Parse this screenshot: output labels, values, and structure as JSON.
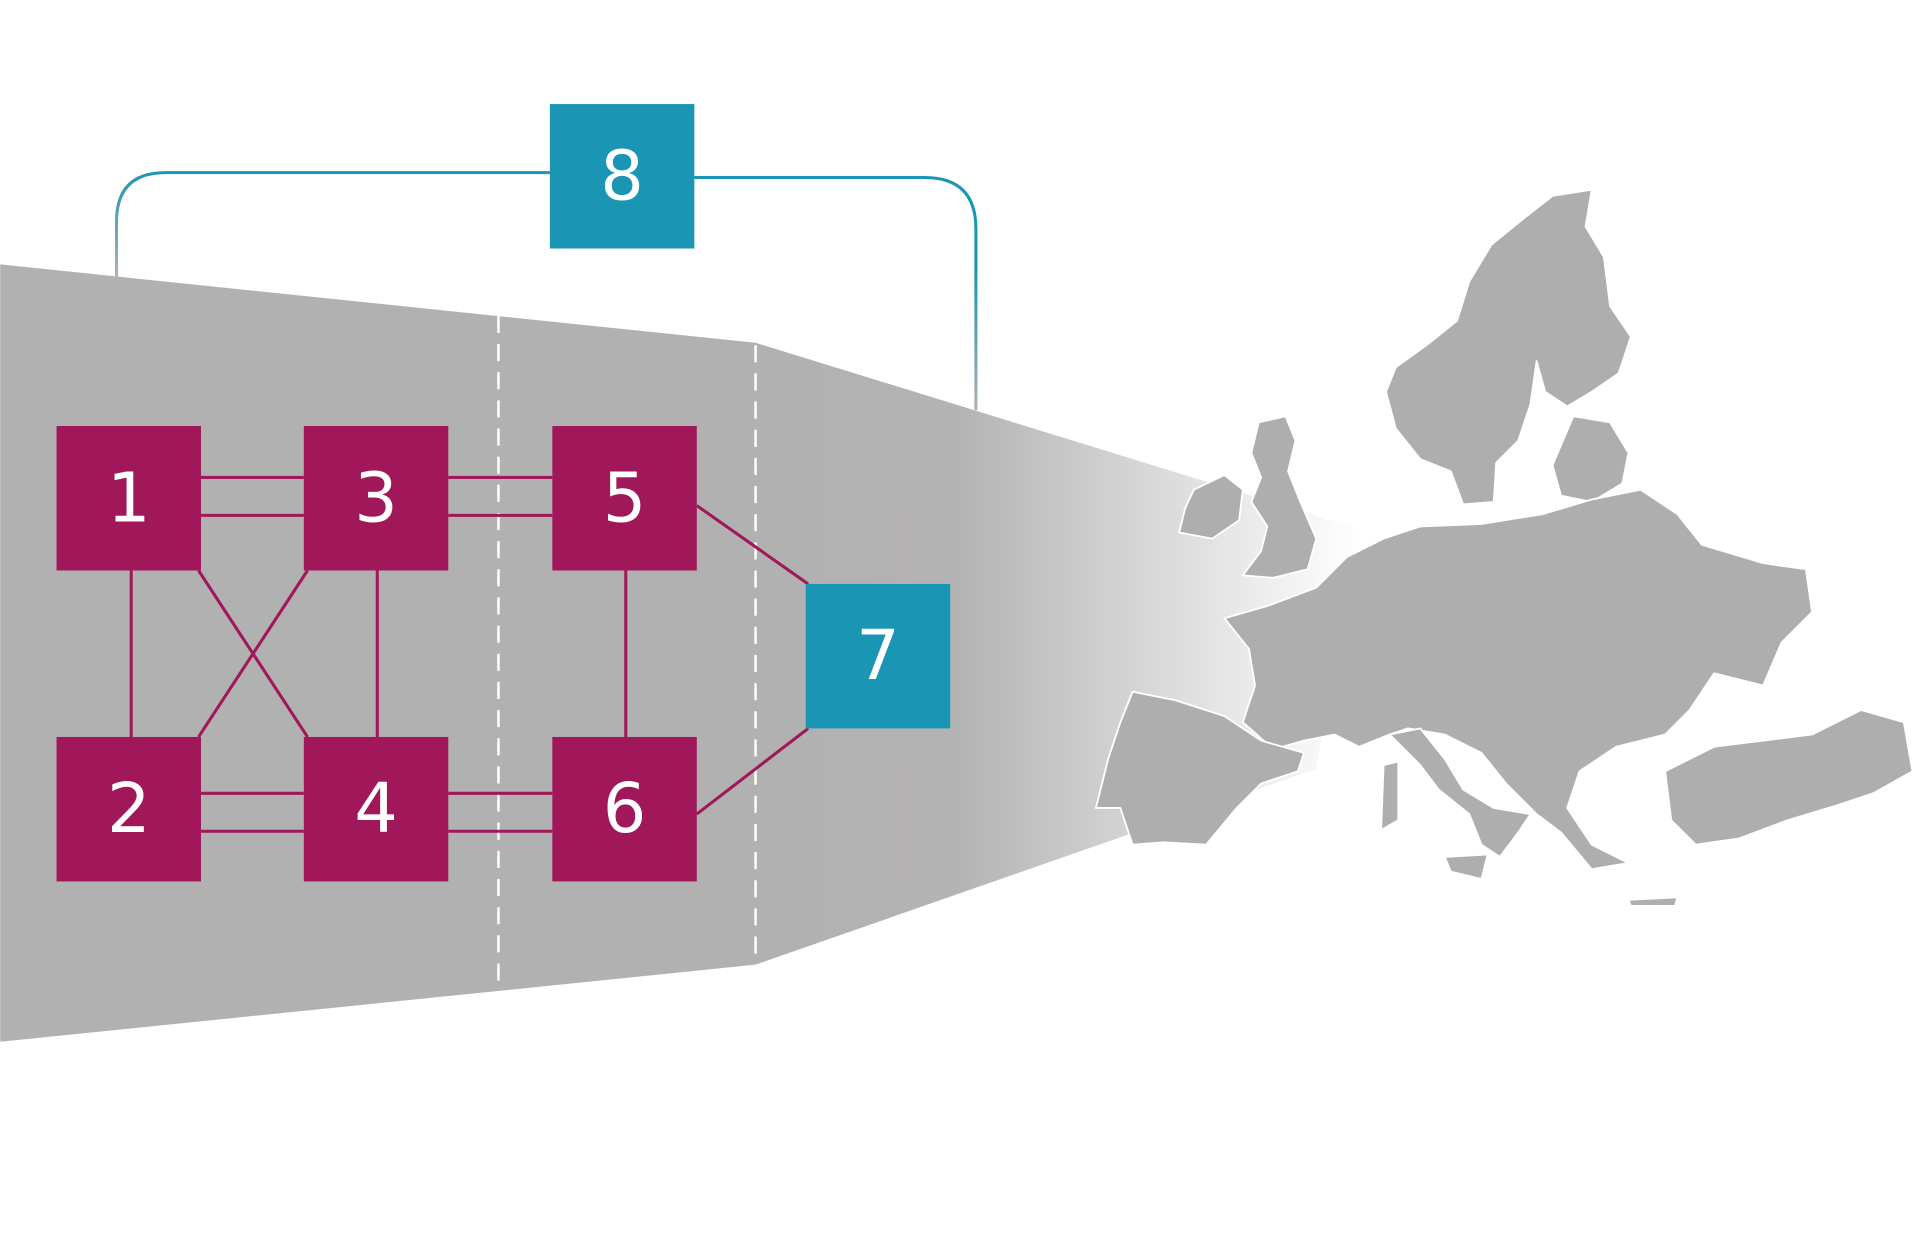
{
  "nodes": {
    "n1": {
      "label": "1"
    },
    "n2": {
      "label": "2"
    },
    "n3": {
      "label": "3"
    },
    "n4": {
      "label": "4"
    },
    "n5": {
      "label": "5"
    },
    "n6": {
      "label": "6"
    },
    "n7": {
      "label": "7"
    },
    "n8": {
      "label": "8"
    }
  },
  "colors": {
    "primary_node": "#A0175A",
    "secondary_node": "#1A96B4",
    "panel": "#B2B1B1",
    "map": "#AEAEAE"
  }
}
